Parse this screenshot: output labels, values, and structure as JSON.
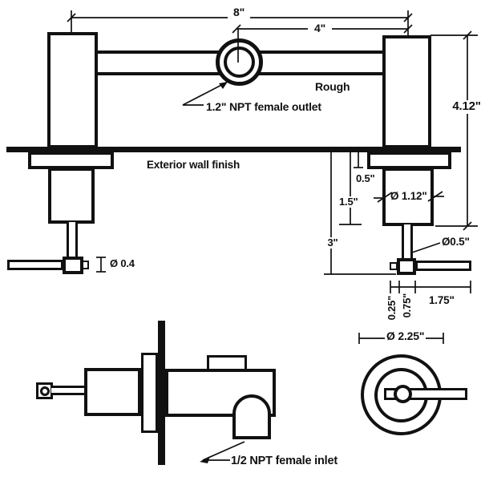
{
  "colors": {
    "ink": "#111111",
    "paper": "#ffffff"
  },
  "views": {
    "front": {
      "dim_overall_width": "8\"",
      "dim_outlet_offset": "4\"",
      "dim_overall_height": "4.12\"",
      "label_rough": "Rough",
      "label_outlet": "1.2\" NPT female outlet",
      "label_wall": "Exterior wall finish",
      "dim_flange_projection": "0.5\"",
      "dim_body_projection": "1.5\"",
      "dim_handle_projection": "3\"",
      "dim_body_diameter": "Ø 1.12\"",
      "dim_right_stem_diameter": "Ø0.5\"",
      "dim_left_stem_diameter": "Ø 0.4",
      "dim_handle_seg_a": "0.25\"",
      "dim_handle_seg_b": "0.75\"",
      "dim_handle_seg_c": "1.75\""
    },
    "end": {
      "dim_escutcheon_diameter": "Ø 2.25\""
    },
    "side": {
      "label_inlet": "1/2 NPT female inlet"
    }
  }
}
